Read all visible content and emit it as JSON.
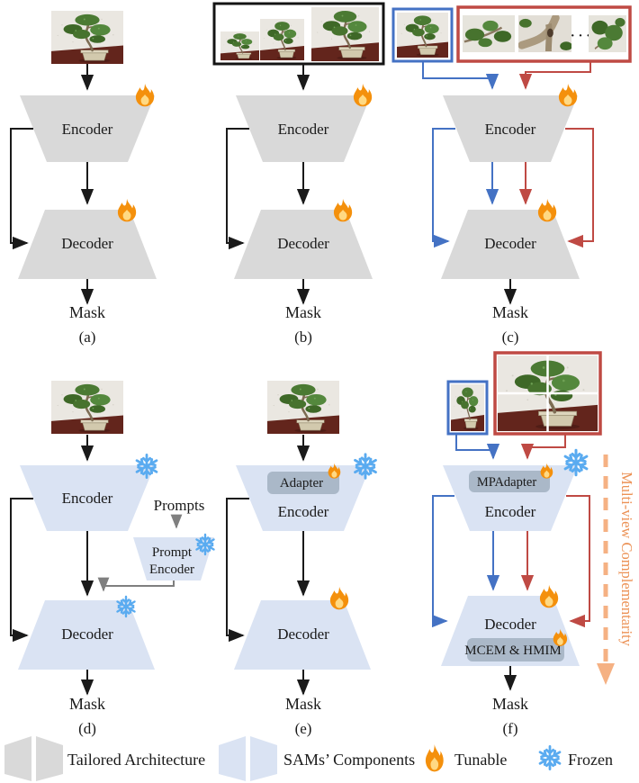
{
  "figure": {
    "panels": {
      "a": {
        "caption": "(a)",
        "encoder": "Encoder",
        "decoder": "Decoder",
        "mask": "Mask"
      },
      "b": {
        "caption": "(b)",
        "encoder": "Encoder",
        "decoder": "Decoder",
        "mask": "Mask"
      },
      "c": {
        "caption": "(c)",
        "encoder": "Encoder",
        "decoder": "Decoder",
        "mask": "Mask",
        "ellipsis": "· · ·"
      },
      "d": {
        "caption": "(d)",
        "encoder": "Encoder",
        "decoder": "Decoder",
        "mask": "Mask",
        "prompts": "Prompts",
        "prompt_encoder_line1": "Prompt",
        "prompt_encoder_line2": "Encoder"
      },
      "e": {
        "caption": "(e)",
        "encoder": "Encoder",
        "decoder": "Decoder",
        "mask": "Mask",
        "adapter": "Adapter"
      },
      "f": {
        "caption": "(f)",
        "encoder": "Encoder",
        "decoder": "Decoder",
        "mask": "Mask",
        "mpadapter": "MPAdapter",
        "mcem_hmim": "MCEM & HMIM",
        "side_label": "Multi-view Complementarity"
      }
    },
    "legend": {
      "tailored": "Tailored Architecture",
      "sams": "SAMs’ Components",
      "tunable": "Tunable",
      "frozen": "Frozen"
    },
    "icons": {
      "tunable_icon": "flame-icon",
      "frozen_icon": "snowflake-icon"
    },
    "colors": {
      "tailored_fill": "#d9d9d9",
      "sam_fill": "#dae3f3",
      "module_fill": "#aab8c8",
      "blue": "#4472c4",
      "red": "#bf4a44",
      "orange_arrow": "#f5b183",
      "orange_text": "#ec9256",
      "flame_orange": "#f4900c",
      "flame_yellow": "#ffd983",
      "snow_blue": "#5aabf0"
    }
  }
}
